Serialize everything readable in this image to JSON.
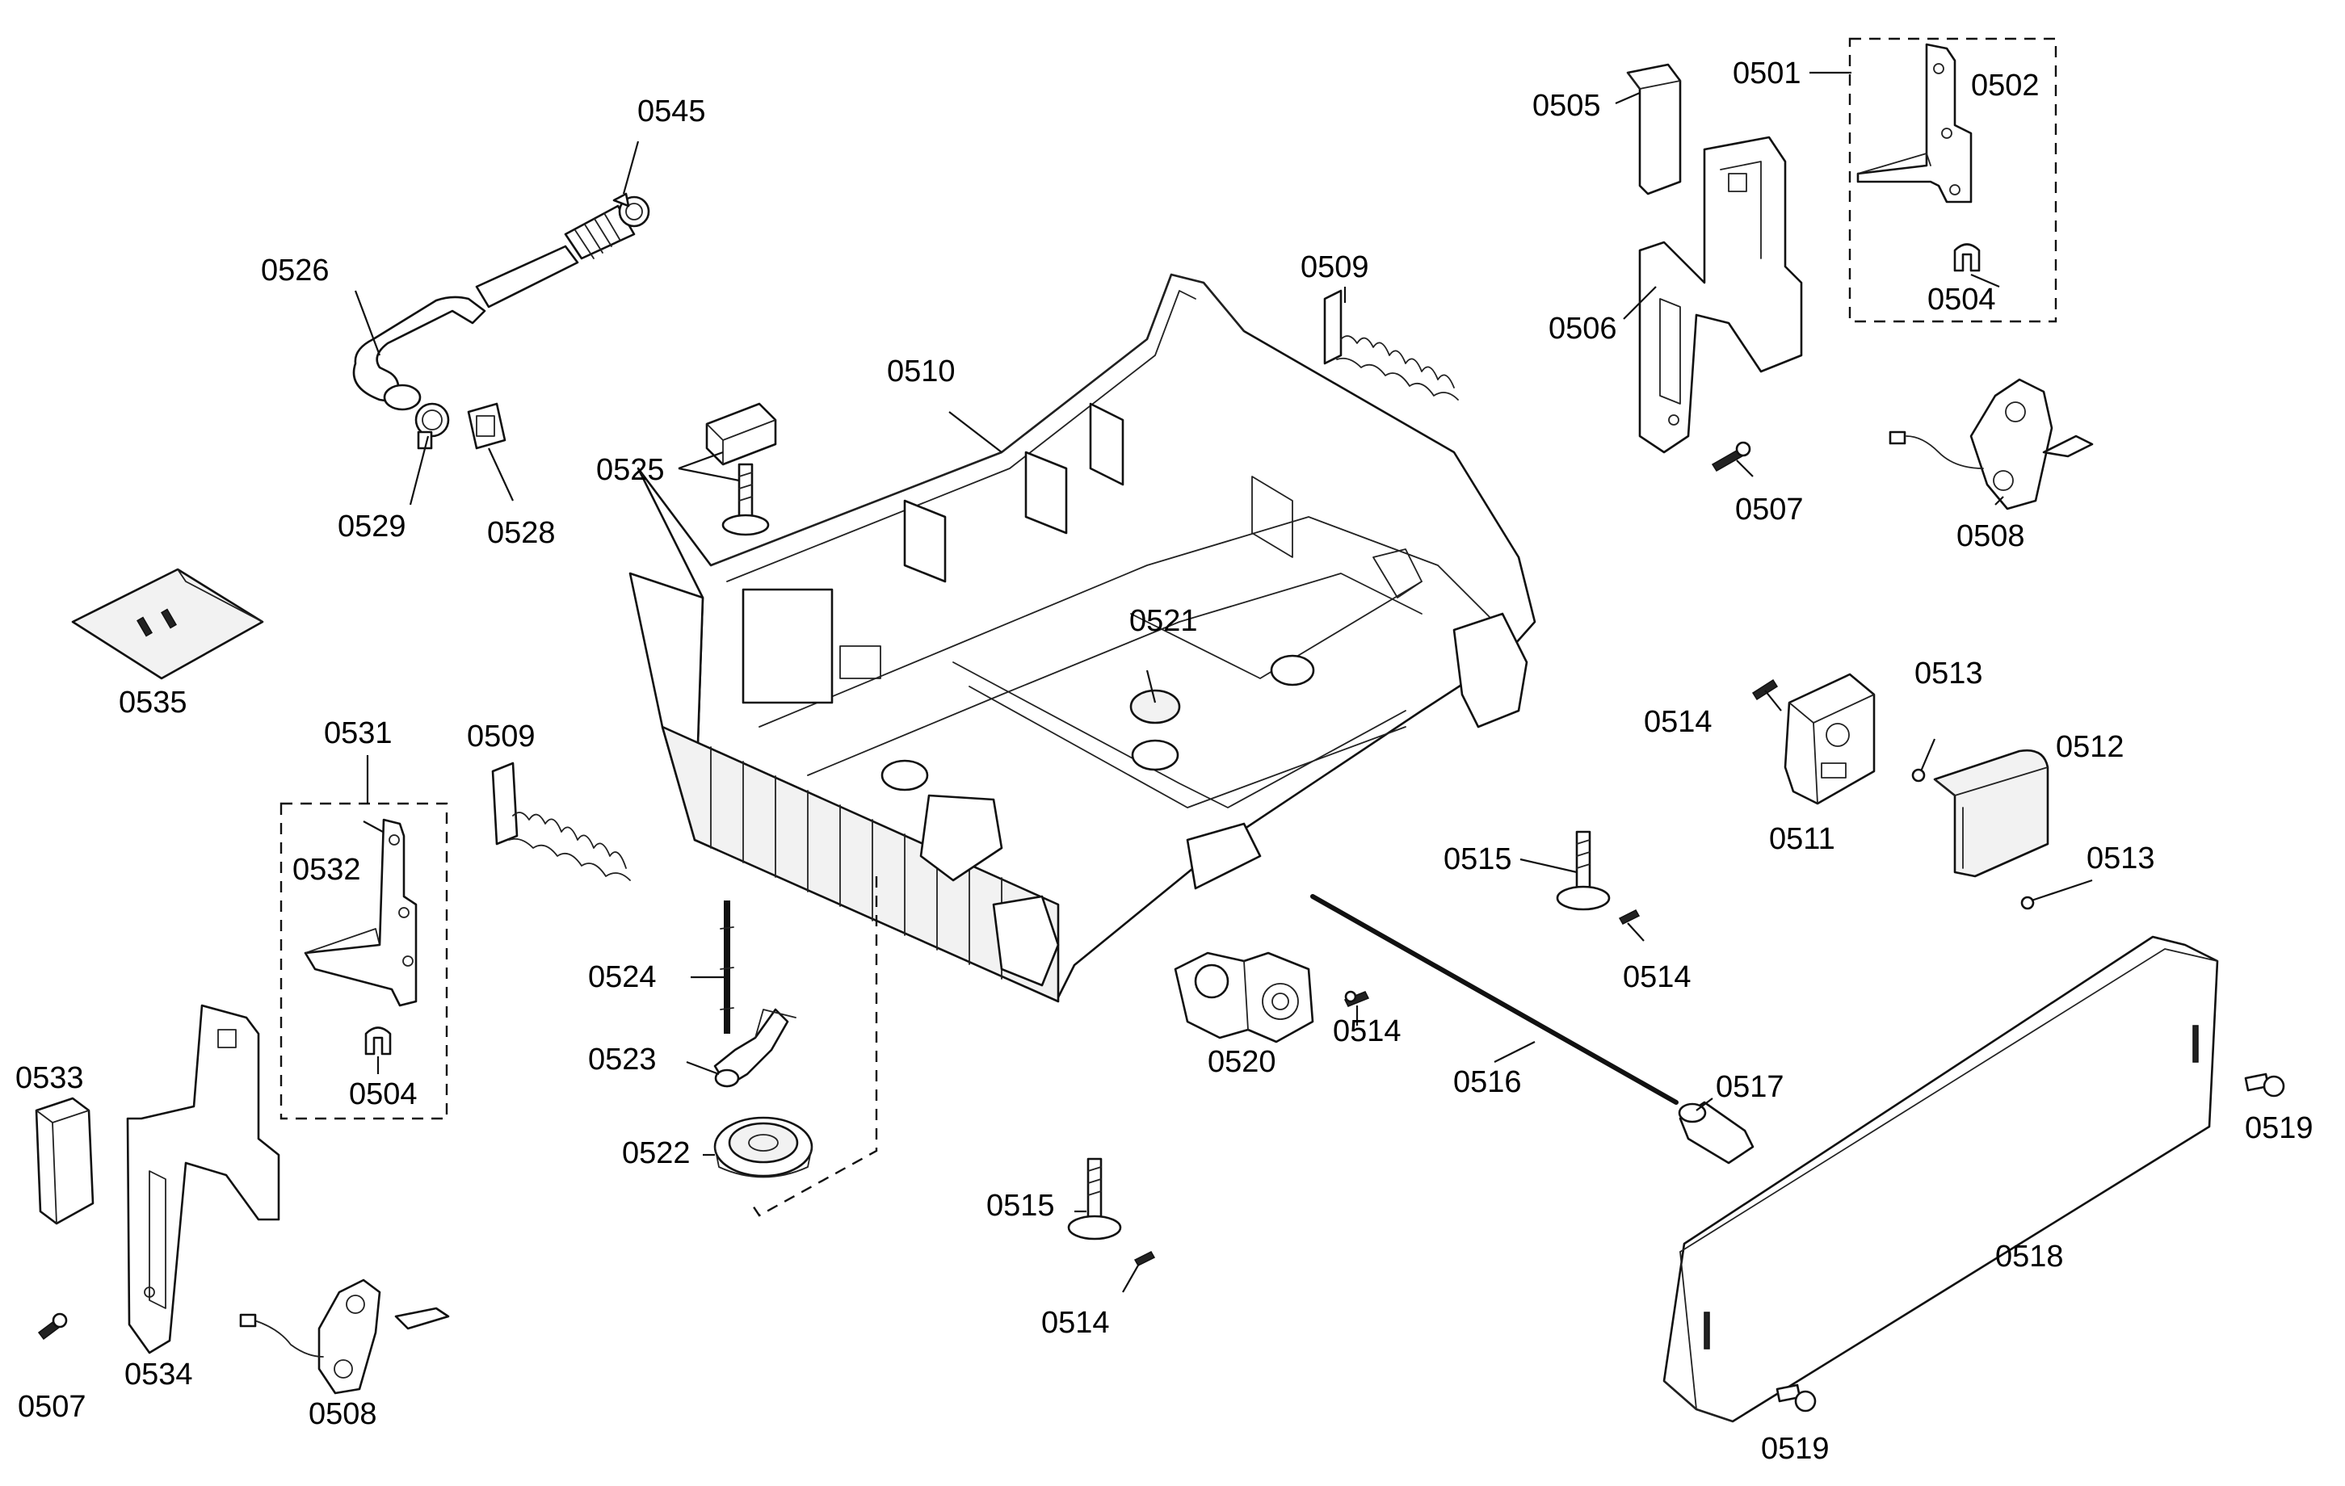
{
  "diagram": {
    "callouts": {
      "c0501": "0501",
      "c0502": "0502",
      "c0504a": "0504",
      "c0504b": "0504",
      "c0505": "0505",
      "c0506": "0506",
      "c0507a": "0507",
      "c0507b": "0507",
      "c0508a": "0508",
      "c0508b": "0508",
      "c0509a": "0509",
      "c0509b": "0509",
      "c0510": "0510",
      "c0511": "0511",
      "c0512": "0512",
      "c0513a": "0513",
      "c0513b": "0513",
      "c0514a": "0514",
      "c0514b": "0514",
      "c0514c": "0514",
      "c0514d": "0514",
      "c0515a": "0515",
      "c0515b": "0515",
      "c0516": "0516",
      "c0517": "0517",
      "c0518": "0518",
      "c0519a": "0519",
      "c0519b": "0519",
      "c0520": "0520",
      "c0521": "0521",
      "c0522": "0522",
      "c0523": "0523",
      "c0524": "0524",
      "c0525": "0525",
      "c0526": "0526",
      "c0528": "0528",
      "c0529": "0529",
      "c0531": "0531",
      "c0532": "0532",
      "c0533": "0533",
      "c0534": "0534",
      "c0535": "0535",
      "c0545": "0545"
    }
  }
}
